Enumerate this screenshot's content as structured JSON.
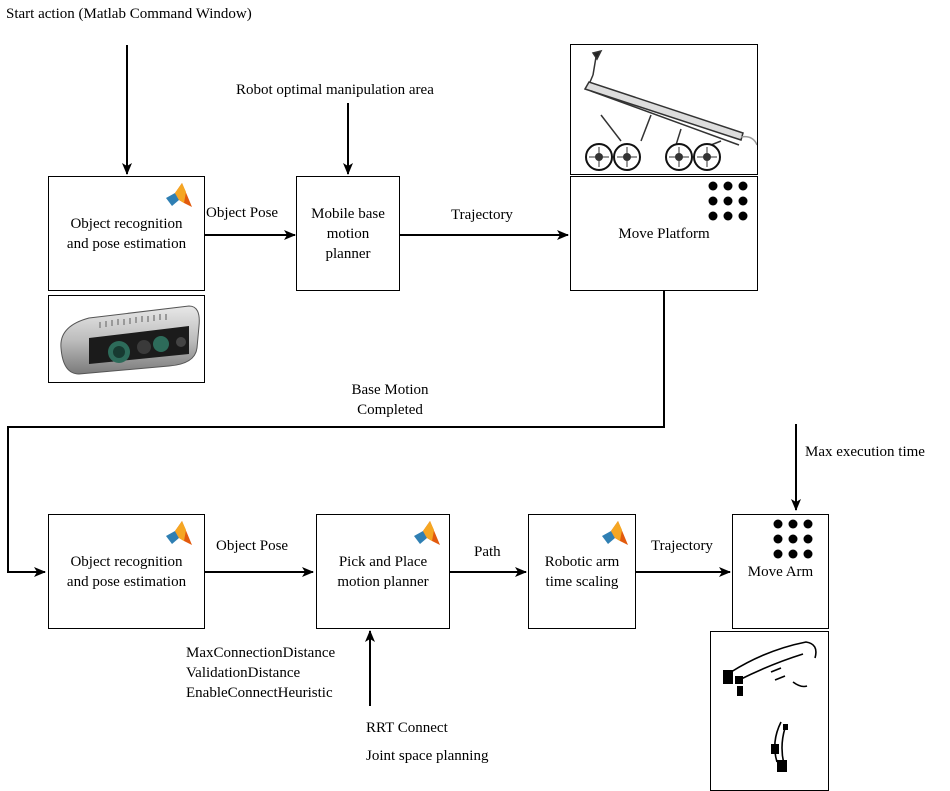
{
  "start_action": "Start action (Matlab Command Window)",
  "robot_area": "Robot optimal manipulation area",
  "max_exec": "Max execution time",
  "base_motion_completed": "Base Motion\nCompleted",
  "edges": {
    "object_pose_top": "Object Pose",
    "trajectory_top": "Trajectory",
    "object_pose_bottom": "Object Pose",
    "path": "Path",
    "trajectory_bottom": "Trajectory"
  },
  "boxes": {
    "obj_rec_top": "Object recognition\nand pose estimation",
    "mobile_base": "Mobile base\nmotion\nplanner",
    "move_platform": "Move Platform",
    "obj_rec_bottom": "Object recognition\nand pose estimation",
    "pick_place": "Pick and Place\nmotion planner",
    "time_scaling": "Robotic arm\ntime scaling",
    "move_arm": "Move Arm"
  },
  "planner_params": "MaxConnectionDistance\nValidationDistance\nEnableConnectHeuristic",
  "rrt_connect": "RRT Connect",
  "joint_space": "Joint space planning",
  "icons": {
    "matlab": "matlab-logo-icon",
    "ros": "ros-logo-icon",
    "camera": "depth-camera-image",
    "platform": "mobile-platform-image",
    "arm": "robot-arm-image"
  }
}
